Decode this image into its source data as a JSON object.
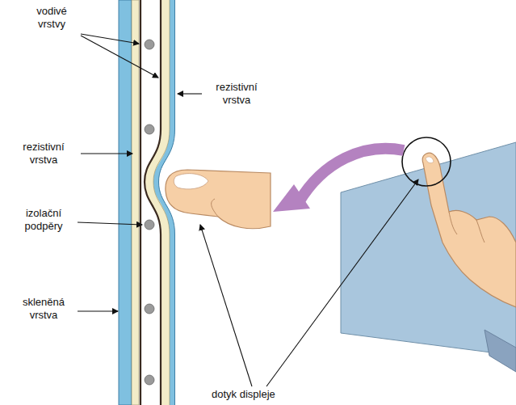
{
  "diagram": {
    "labels": [
      "vodivé vrstvy",
      "rezistivní vrstva",
      "rezistivní vrstva",
      "izolační podpěry",
      "skleněná vrstva",
      "dotyk displeje"
    ]
  }
}
